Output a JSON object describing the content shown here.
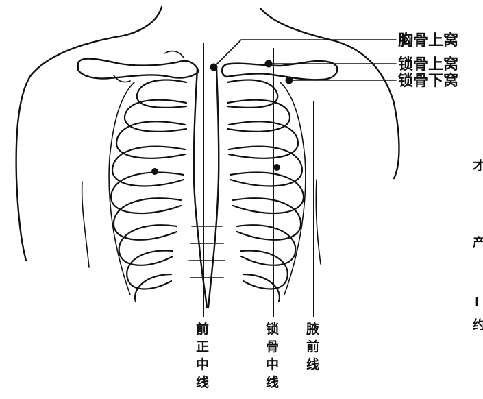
{
  "labels": {
    "suprasternal_fossa": "胸骨上窝",
    "supraclavicular_fossa": "锁骨上窝",
    "infraclavicular_fossa": "锁骨下窝",
    "anterior_median_line": [
      "前",
      "正",
      "中",
      "线"
    ],
    "midclavicular_line": [
      "锁",
      "骨",
      "中",
      "线"
    ],
    "anterior_axillary_line": [
      "腋",
      "前",
      "线"
    ]
  },
  "edge_fragments": [
    "才",
    "产",
    "I",
    "约"
  ],
  "colors": {
    "ink": "#111111",
    "background": "#ffffff"
  }
}
